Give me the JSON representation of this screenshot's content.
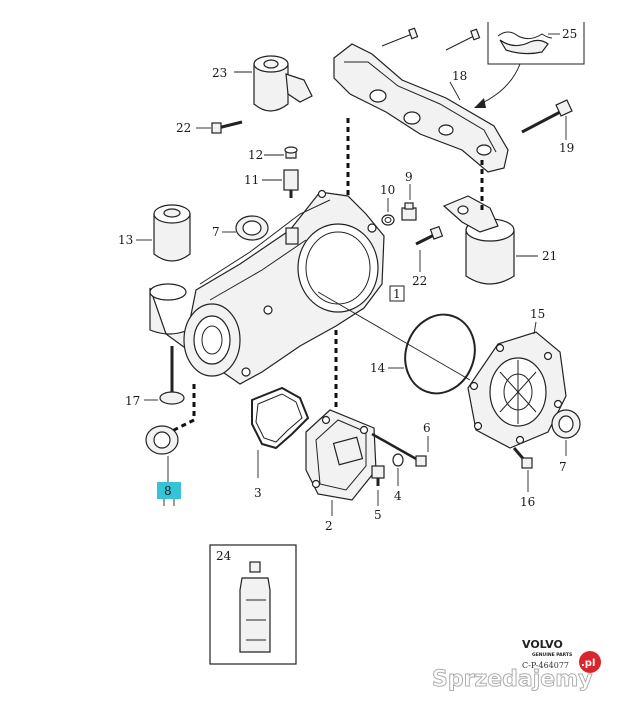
{
  "callouts": {
    "c1": "1",
    "c2": "2",
    "c3": "3",
    "c4": "4",
    "c5": "5",
    "c6": "6",
    "c7a": "7",
    "c7b": "7",
    "c8": "8",
    "c9": "9",
    "c10": "10",
    "c11": "11",
    "c12": "12",
    "c13": "13",
    "c14": "14",
    "c15": "15",
    "c16": "16",
    "c17": "17",
    "c18": "18",
    "c19": "19",
    "c21": "21",
    "c22a": "22",
    "c22b": "22",
    "c23": "23",
    "c24": "24",
    "c25": "25"
  },
  "highlight_color": "#35c3d6",
  "brand": {
    "name": "VOLVO",
    "tagline": "GENUINE PARTS",
    "code": "C-P-464077"
  },
  "watermark": {
    "text": "Sprzedajemy",
    "suffix": ".pl",
    "badge_color": "#d9262c"
  }
}
